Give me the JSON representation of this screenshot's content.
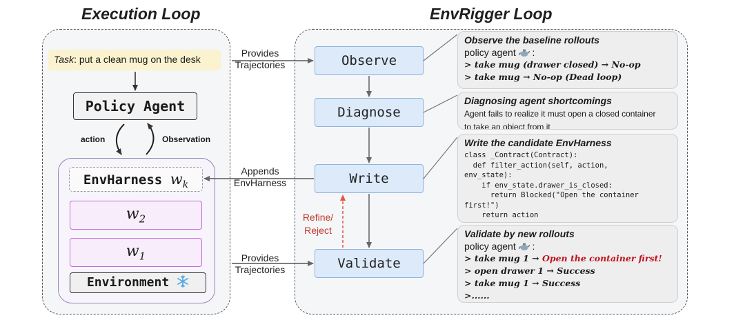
{
  "execution": {
    "title": "Execution Loop",
    "task_prefix": "Task",
    "task_text": ": put a clean mug on the desk",
    "policy_agent": "Policy Agent",
    "action_label": "action",
    "observation_label": "Observation",
    "envharness_label": "EnvHarness",
    "envharness_weight": "w",
    "envharness_sub": "k",
    "w2": "w",
    "w2_sub": "2",
    "w1": "w",
    "w1_sub": "1",
    "environment": "Environment"
  },
  "connectors": {
    "provides_1": "Provides",
    "trajectories_1": "Trajectories",
    "appends": "Appends",
    "envharness": "EnvHarness",
    "provides_2": "Provides",
    "trajectories_2": "Trajectories",
    "refine": "Refine/",
    "reject": "Reject"
  },
  "rigger": {
    "title": "EnvRigger Loop",
    "stages": [
      "Observe",
      "Diagnose",
      "Write",
      "Validate"
    ]
  },
  "panels": {
    "observe": {
      "title": "Observe the baseline rollouts",
      "agent": "policy agent",
      "colon": ":",
      "lines": [
        "> take mug (drawer closed) → No-op",
        "> take mug → No-op (Dead loop)"
      ]
    },
    "diagnose": {
      "title": "Diagnosing agent shortcomings",
      "lines": [
        "Agent fails to realize it must open a closed container",
        "to take an object from it"
      ]
    },
    "write": {
      "title": "Write the candidate EnvHarness",
      "code": "class _Contract(Contract):\n  def filter_action(self, action,\nenv_state):\n    if env_state.drawer_is_closed:\n      return Blocked(\"Open the container\nfirst!\")\n    return action"
    },
    "validate": {
      "title": "Validate by new rollouts",
      "agent": "policy agent",
      "colon": ":",
      "line1_prefix": "> take mug 1 → ",
      "line1_highlight": "Open the container first!",
      "lines": [
        "> open drawer 1 → Success",
        "> take mug 1 → Success",
        ">......"
      ]
    }
  },
  "colors": {
    "stage_fill": "#dceaf9",
    "stage_border": "#8fb3df",
    "harness_border": "#c46ad8",
    "refine_arrow": "#e05548",
    "highlight_text": "#c0141c",
    "task_fill": "#fbf3cf"
  },
  "icons": [
    "teapot-icon",
    "snowflake-icon"
  ]
}
